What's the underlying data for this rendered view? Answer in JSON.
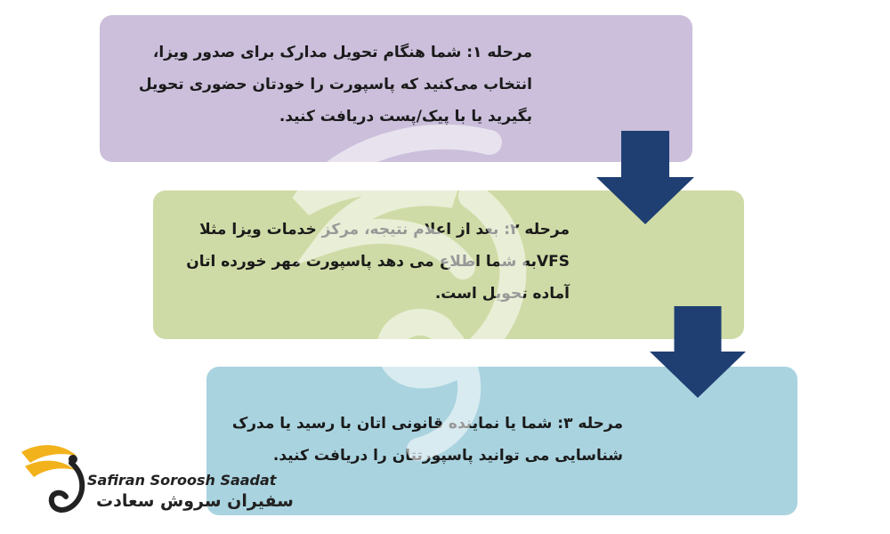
{
  "steps": [
    {
      "lines": [
        "مرحله ۱:  شما هنگام تحویل مدارک برای صدور ویزا،",
        "انتخاب می‌کنید که پاسپورت را خودتان حضوری تحویل",
        "بگیرید یا با پیک/پست دریافت کنید."
      ],
      "color": "#cbbfdb"
    },
    {
      "lines": [
        "مرحله ۲: بعد از اعلام نتیجه، مرکز خدمات ویزا مثلا",
        "VFSبه شما اطلاع می دهد پاسپورت مهر خورده اتان",
        "آماده تحویل است."
      ],
      "color": "#cfdba6"
    },
    {
      "lines": [
        "مرحله ۳: شما یا نماینده قانونی اتان با رسید یا مدرک",
        "شناسایی می توانید پاسپورتتان را دریافت کنید."
      ],
      "color": "#a9d3df"
    }
  ],
  "arrow_color": "#1f3f73",
  "logo": {
    "name_en": "Safiran Soroosh Saadat",
    "name_fa": "سفیران سروش سعادت",
    "wing_color": "#f2b21b",
    "icon": "swan-wing-logo-icon"
  }
}
